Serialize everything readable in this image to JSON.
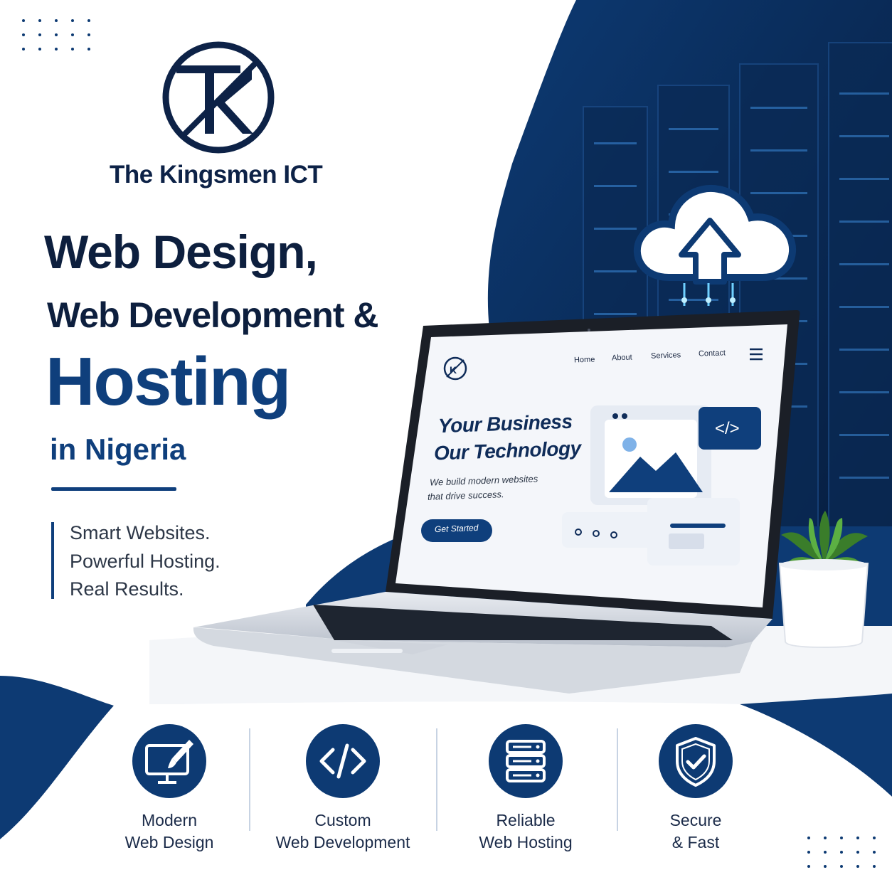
{
  "brand": {
    "name": "The Kingsmen ICT",
    "logo_letters": "TK"
  },
  "headline": {
    "line1": "Web Design,",
    "line2": "Web Development &",
    "line3": "Hosting",
    "line4": "in Nigeria"
  },
  "tagline": {
    "line1": "Smart Websites.",
    "line2": "Powerful Hosting.",
    "line3": "Real Results."
  },
  "laptop_screen": {
    "nav": [
      "Home",
      "About",
      "Services",
      "Contact"
    ],
    "headline_line1": "Your Business",
    "headline_line2": "Our Technology",
    "sub_line1": "We build modern websites",
    "sub_line2": "that drive success.",
    "cta_label": "Get Started",
    "code_icon": "code-icon"
  },
  "features": [
    {
      "icon": "monitor-brush-icon",
      "line1": "Modern",
      "line2": "Web Design"
    },
    {
      "icon": "code-icon",
      "line1": "Custom",
      "line2": "Web Development"
    },
    {
      "icon": "server-icon",
      "line1": "Reliable",
      "line2": "Web Hosting"
    },
    {
      "icon": "shield-check-icon",
      "line1": "Secure",
      "line2": "& Fast"
    }
  ],
  "colors": {
    "primary": "#0f3f7c",
    "dark_navy": "#0d1f3e",
    "icon_bg": "#0d3a73",
    "white": "#ffffff"
  }
}
